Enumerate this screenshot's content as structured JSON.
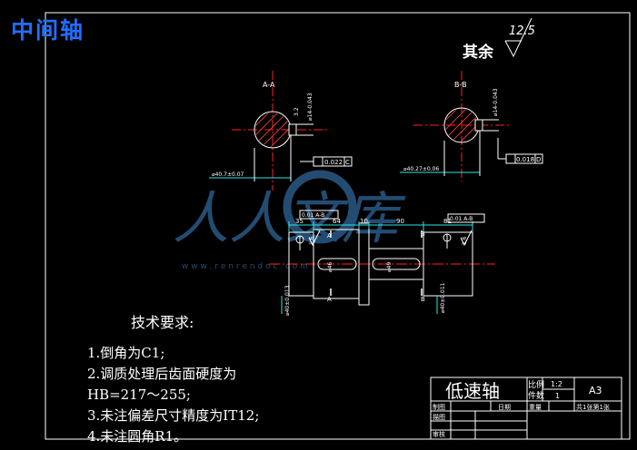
{
  "drawing": {
    "title": "中间轴",
    "rest_roughness_label": "其余",
    "rest_roughness_value": "12.5",
    "section_aa": "A-A",
    "section_bb": "B-B",
    "dim_aa_dia": "⌀40.7±0.07",
    "dim_bb_dia": "⌀40.27±0.06",
    "dim_aa_key": "⌀14-0.043",
    "dim_bb_key": "⌀14-0.043",
    "tol_aa": "0.022",
    "tol_aa_ref": "C",
    "tol_bb": "0.018",
    "tol_bb_ref": "D",
    "tol_top_left": "0.01 A-B",
    "tol_top_right": "0.01 A-B",
    "dim_35": "35",
    "dim_64": "64",
    "dim_10": "10",
    "dim_90": "90",
    "dim_81": "81",
    "dim_left_dia": "⌀40±0.013",
    "dim_right_dia": "⌀40±0.011",
    "dim_mid_dia": "⌀46",
    "dim_center_dia": "⌀49",
    "label_a": "A",
    "label_b": "B",
    "roughness_16": "1.6",
    "roughness_32": "3.2"
  },
  "requirements": {
    "heading": "技术要求:",
    "lines": [
      "1.倒角为C1;",
      "2.调质处理后齿面硬度为",
      "HB=217～255;",
      "3.未注偏差尺寸精度为IT12;",
      "4.未注圆角R1。"
    ]
  },
  "titleblock": {
    "part_name": "低速轴",
    "scale_label": "比例",
    "scale_value": "1:2",
    "qty_label": "件数",
    "qty_value": "1",
    "sheet_size": "A3",
    "drawn": "制图",
    "checked": "描图",
    "reviewed": "审核",
    "date": "日期",
    "weight": "重量",
    "sheet_info": "共1张第1张"
  },
  "watermark": {
    "text": "人人文库",
    "url": "w w w . r e n r e n d o c . c o m"
  },
  "colors": {
    "background": "#000000",
    "outline": "#ffffff",
    "centerline": "#ff2020",
    "dimension": "#2ee6e6",
    "title_blue": "#1f6fff",
    "watermark": "#2a5a86"
  }
}
